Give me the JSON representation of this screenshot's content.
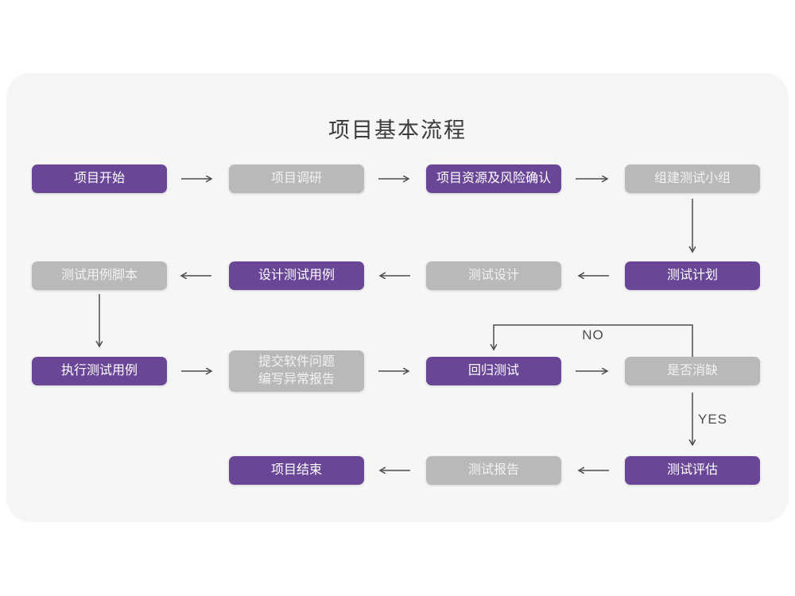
{
  "title": "项目基本流程",
  "colors": {
    "page_bg": "#ffffff",
    "card_bg": "#f6f6f7",
    "purple": "#6a4796",
    "purple_text": "#ffffff",
    "gray": "#b9b9b9",
    "gray_text": "#f2f2f2",
    "title_text": "#3a3a3a",
    "arrow": "#4d4d4d"
  },
  "nodes": {
    "start": {
      "label": "项目开始",
      "variant": "purple"
    },
    "research": {
      "label": "项目调研",
      "variant": "gray"
    },
    "risk": {
      "label": "项目资源及风险确认",
      "variant": "purple"
    },
    "team": {
      "label": "组建测试小组",
      "variant": "gray"
    },
    "plan": {
      "label": "测试计划",
      "variant": "purple"
    },
    "design": {
      "label": "测试设计",
      "variant": "gray"
    },
    "design_cases": {
      "label": "设计测试用例",
      "variant": "purple"
    },
    "case_script": {
      "label": "测试用例脚本",
      "variant": "gray"
    },
    "execute": {
      "label": "执行测试用例",
      "variant": "purple"
    },
    "submit": {
      "line1": "提交软件问题",
      "line2": "编写异常报告",
      "variant": "gray"
    },
    "regression": {
      "label": "回归测试",
      "variant": "purple"
    },
    "defect_check": {
      "label": "是否消缺",
      "variant": "gray"
    },
    "evaluate": {
      "label": "测试评估",
      "variant": "purple"
    },
    "report": {
      "label": "测试报告",
      "variant": "gray"
    },
    "end": {
      "label": "项目结束",
      "variant": "purple"
    }
  },
  "edge_labels": {
    "no": "NO",
    "yes": "YES"
  },
  "edges": [
    {
      "from": "start",
      "to": "research"
    },
    {
      "from": "research",
      "to": "risk"
    },
    {
      "from": "risk",
      "to": "team"
    },
    {
      "from": "team",
      "to": "plan"
    },
    {
      "from": "plan",
      "to": "design"
    },
    {
      "from": "design",
      "to": "design_cases"
    },
    {
      "from": "design_cases",
      "to": "case_script"
    },
    {
      "from": "case_script",
      "to": "execute"
    },
    {
      "from": "execute",
      "to": "submit"
    },
    {
      "from": "submit",
      "to": "regression"
    },
    {
      "from": "regression",
      "to": "defect_check"
    },
    {
      "from": "defect_check",
      "to": "regression",
      "label": "NO"
    },
    {
      "from": "defect_check",
      "to": "evaluate",
      "label": "YES"
    },
    {
      "from": "evaluate",
      "to": "report"
    },
    {
      "from": "report",
      "to": "end"
    }
  ]
}
